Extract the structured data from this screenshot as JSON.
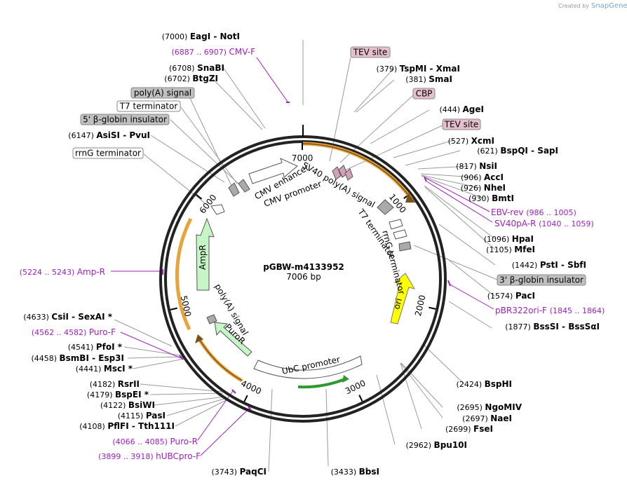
{
  "header": {
    "created_by": "Created by",
    "brand": "SnapGene"
  },
  "plasmid": {
    "name": "pGBW-m4133952",
    "length": "7006 bp"
  },
  "scale_labels": [
    "1000",
    "2000",
    "3000",
    "4000",
    "5000",
    "6000",
    "7000"
  ],
  "site_labels": [
    {
      "pos": "(7000)",
      "name": "EagI - NotI",
      "suffix": ""
    },
    {
      "pos": "(6708)",
      "name": "SnaBI",
      "suffix": ""
    },
    {
      "pos": "(6702)",
      "name": "BtgZI",
      "suffix": ""
    },
    {
      "pos": "(6147)",
      "name": "AsiSI - PvuI",
      "suffix": ""
    },
    {
      "pos": "(379)",
      "name": "TspMI - XmaI",
      "suffix": ""
    },
    {
      "pos": "(381)",
      "name": "SmaI",
      "suffix": ""
    },
    {
      "pos": "(444)",
      "name": "AgeI",
      "suffix": ""
    },
    {
      "pos": "(527)",
      "name": "XcmI",
      "suffix": ""
    },
    {
      "pos": "(621)",
      "name": "BspQI - SapI",
      "suffix": ""
    },
    {
      "pos": "(817)",
      "name": "NsiI",
      "suffix": ""
    },
    {
      "pos": "(906)",
      "name": "AccI",
      "suffix": ""
    },
    {
      "pos": "(926)",
      "name": "NheI",
      "suffix": ""
    },
    {
      "pos": "(930)",
      "name": "BmtI",
      "suffix": ""
    },
    {
      "pos": "(1096)",
      "name": "HpaI",
      "suffix": ""
    },
    {
      "pos": "(1105)",
      "name": "MfeI",
      "suffix": ""
    },
    {
      "pos": "(1442)",
      "name": "PstI - SbfI",
      "suffix": ""
    },
    {
      "pos": "(1574)",
      "name": "PacI",
      "suffix": ""
    },
    {
      "pos": "(1877)",
      "name": "BssSI - BssSαI",
      "suffix": ""
    },
    {
      "pos": "(2424)",
      "name": "BspHI",
      "suffix": ""
    },
    {
      "pos": "(2695)",
      "name": "NgoMIV",
      "suffix": ""
    },
    {
      "pos": "(2697)",
      "name": "NaeI",
      "suffix": ""
    },
    {
      "pos": "(2699)",
      "name": "FseI",
      "suffix": ""
    },
    {
      "pos": "(2962)",
      "name": "Bpu10I",
      "suffix": ""
    },
    {
      "pos": "(3433)",
      "name": "BbsI",
      "suffix": ""
    },
    {
      "pos": "(3743)",
      "name": "PaqCI",
      "suffix": ""
    },
    {
      "pos": "(4633)",
      "name": "CsiI - SexAI",
      "suffix": " *"
    },
    {
      "pos": "(4541)",
      "name": "PfoI",
      "suffix": " *"
    },
    {
      "pos": "(4458)",
      "name": "BsmBI - Esp3I",
      "suffix": ""
    },
    {
      "pos": "(4441)",
      "name": "MscI",
      "suffix": " *"
    },
    {
      "pos": "(4182)",
      "name": "RsrII",
      "suffix": ""
    },
    {
      "pos": "(4179)",
      "name": "BspEI",
      "suffix": " *"
    },
    {
      "pos": "(4122)",
      "name": "BsiWI",
      "suffix": ""
    },
    {
      "pos": "(4115)",
      "name": "PasI",
      "suffix": ""
    },
    {
      "pos": "(4108)",
      "name": "PflFI - Tth111I",
      "suffix": ""
    }
  ],
  "primer_labels": [
    {
      "range": "(6887 .. 6907)",
      "name": "CMV-F"
    },
    {
      "range": "(986 .. 1005)",
      "name": "EBV-rev"
    },
    {
      "range": "(1040 .. 1059)",
      "name": "SV40pA-R"
    },
    {
      "range": "(5224 .. 5243)",
      "name": "Amp-R"
    },
    {
      "range": "(1845 .. 1864)",
      "name": "pBR322ori-F"
    },
    {
      "range": "(4562 .. 4582)",
      "name": "Puro-F"
    },
    {
      "range": "(4066 .. 4085)",
      "name": "Puro-R"
    },
    {
      "range": "(3899 .. 3918)",
      "name": "hUBCpro-F"
    }
  ],
  "feature_boxes": [
    {
      "label": "TEV site",
      "style": "pink"
    },
    {
      "label": "CBP",
      "style": "pink"
    },
    {
      "label": "TEV site",
      "style": "pink"
    },
    {
      "label": "poly(A) signal",
      "style": "gray"
    },
    {
      "label": "T7 terminator",
      "style": "white"
    },
    {
      "label": "5' β-globin insulator",
      "style": "gray"
    },
    {
      "label": "rrnG terminator",
      "style": "white"
    },
    {
      "label": "3' β-globin insulator",
      "style": "gray"
    }
  ],
  "inner_labels": [
    "CMV enhancer",
    "CMV promoter",
    "SV40 poly(A) signal",
    "T7 terminator",
    "rrnG terminator",
    "ori",
    "UbC promoter",
    "PuroR",
    "poly(A) signal",
    "AmpR"
  ],
  "colors": {
    "primer": "#a020c0",
    "orange_arc": "#e8a33a",
    "green_arc": "#2e9a2e",
    "ori": "#ffff00",
    "ampr": "#c6f5c6",
    "pink_box": "#e6bfcf",
    "gray_box": "#c0c0c0"
  }
}
